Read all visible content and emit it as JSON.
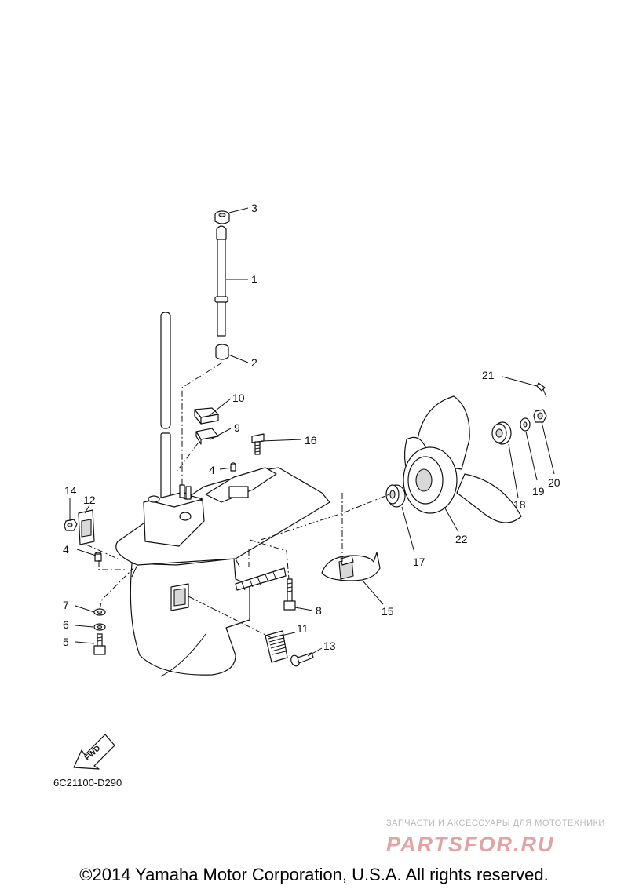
{
  "drawing_code": "6C21100-D290",
  "copyright": "©2014 Yamaha Motor Corporation, U.S.A. All rights reserved.",
  "fwd_label": "FWD",
  "watermark": {
    "subtitle": "ЗАПЧАСТИ И АКСЕССУАРЫ ДЛЯ МОТОТЕХНИКИ",
    "logo": "PARTSFOR.RU",
    "logo_color": "#e3a3a3"
  },
  "callouts": {
    "c1": "1",
    "c2": "2",
    "c3": "3",
    "c4a": "4",
    "c4b": "4",
    "c5": "5",
    "c6": "6",
    "c7": "7",
    "c8": "8",
    "c9": "9",
    "c10": "10",
    "c11": "11",
    "c12": "12",
    "c13": "13",
    "c14": "14",
    "c15": "15",
    "c16": "16",
    "c17": "17",
    "c18": "18",
    "c19": "19",
    "c20": "20",
    "c21": "21",
    "c22": "22"
  }
}
